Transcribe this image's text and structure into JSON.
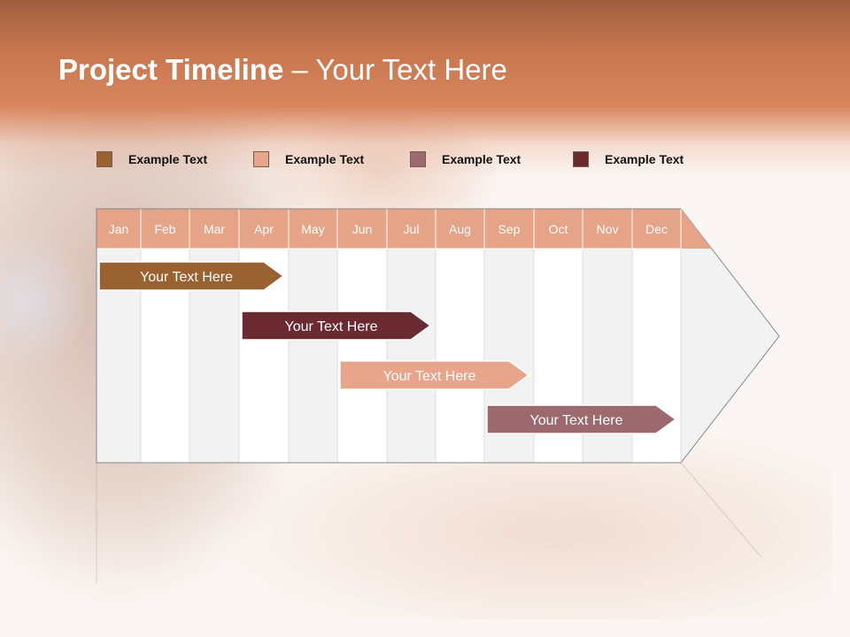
{
  "title": {
    "bold": "Project Timeline",
    "rest": " – Your Text Here"
  },
  "legend": [
    {
      "label": "Example Text",
      "color": "#9a6230"
    },
    {
      "label": "Example Text",
      "color": "#e8a58a"
    },
    {
      "label": "Example Text",
      "color": "#9c6a6e"
    },
    {
      "label": "Example Text",
      "color": "#6a2a30"
    }
  ],
  "months": [
    "Jan",
    "Feb",
    "Mar",
    "Apr",
    "May",
    "Jun",
    "Jul",
    "Aug",
    "Sep",
    "Oct",
    "Nov",
    "Dec"
  ],
  "colors": {
    "header_cell": "#e5a387",
    "column_light": "#ffffff",
    "column_shade": "#f2f2f2",
    "border": "#888888"
  },
  "bars": [
    {
      "label": "Your  Text Here",
      "start_month": "Jan",
      "end_month": "Apr",
      "color": "#9a6230"
    },
    {
      "label": "Your  Text Here",
      "start_month": "Apr",
      "end_month": "Jul",
      "color": "#6a2a30"
    },
    {
      "label": "Your  Text Here",
      "start_month": "Jun",
      "end_month": "Sep",
      "color": "#e8a58a"
    },
    {
      "label": "Your  Text Here",
      "start_month": "Sep",
      "end_month": "Dec",
      "color": "#9c6a6e"
    }
  ]
}
